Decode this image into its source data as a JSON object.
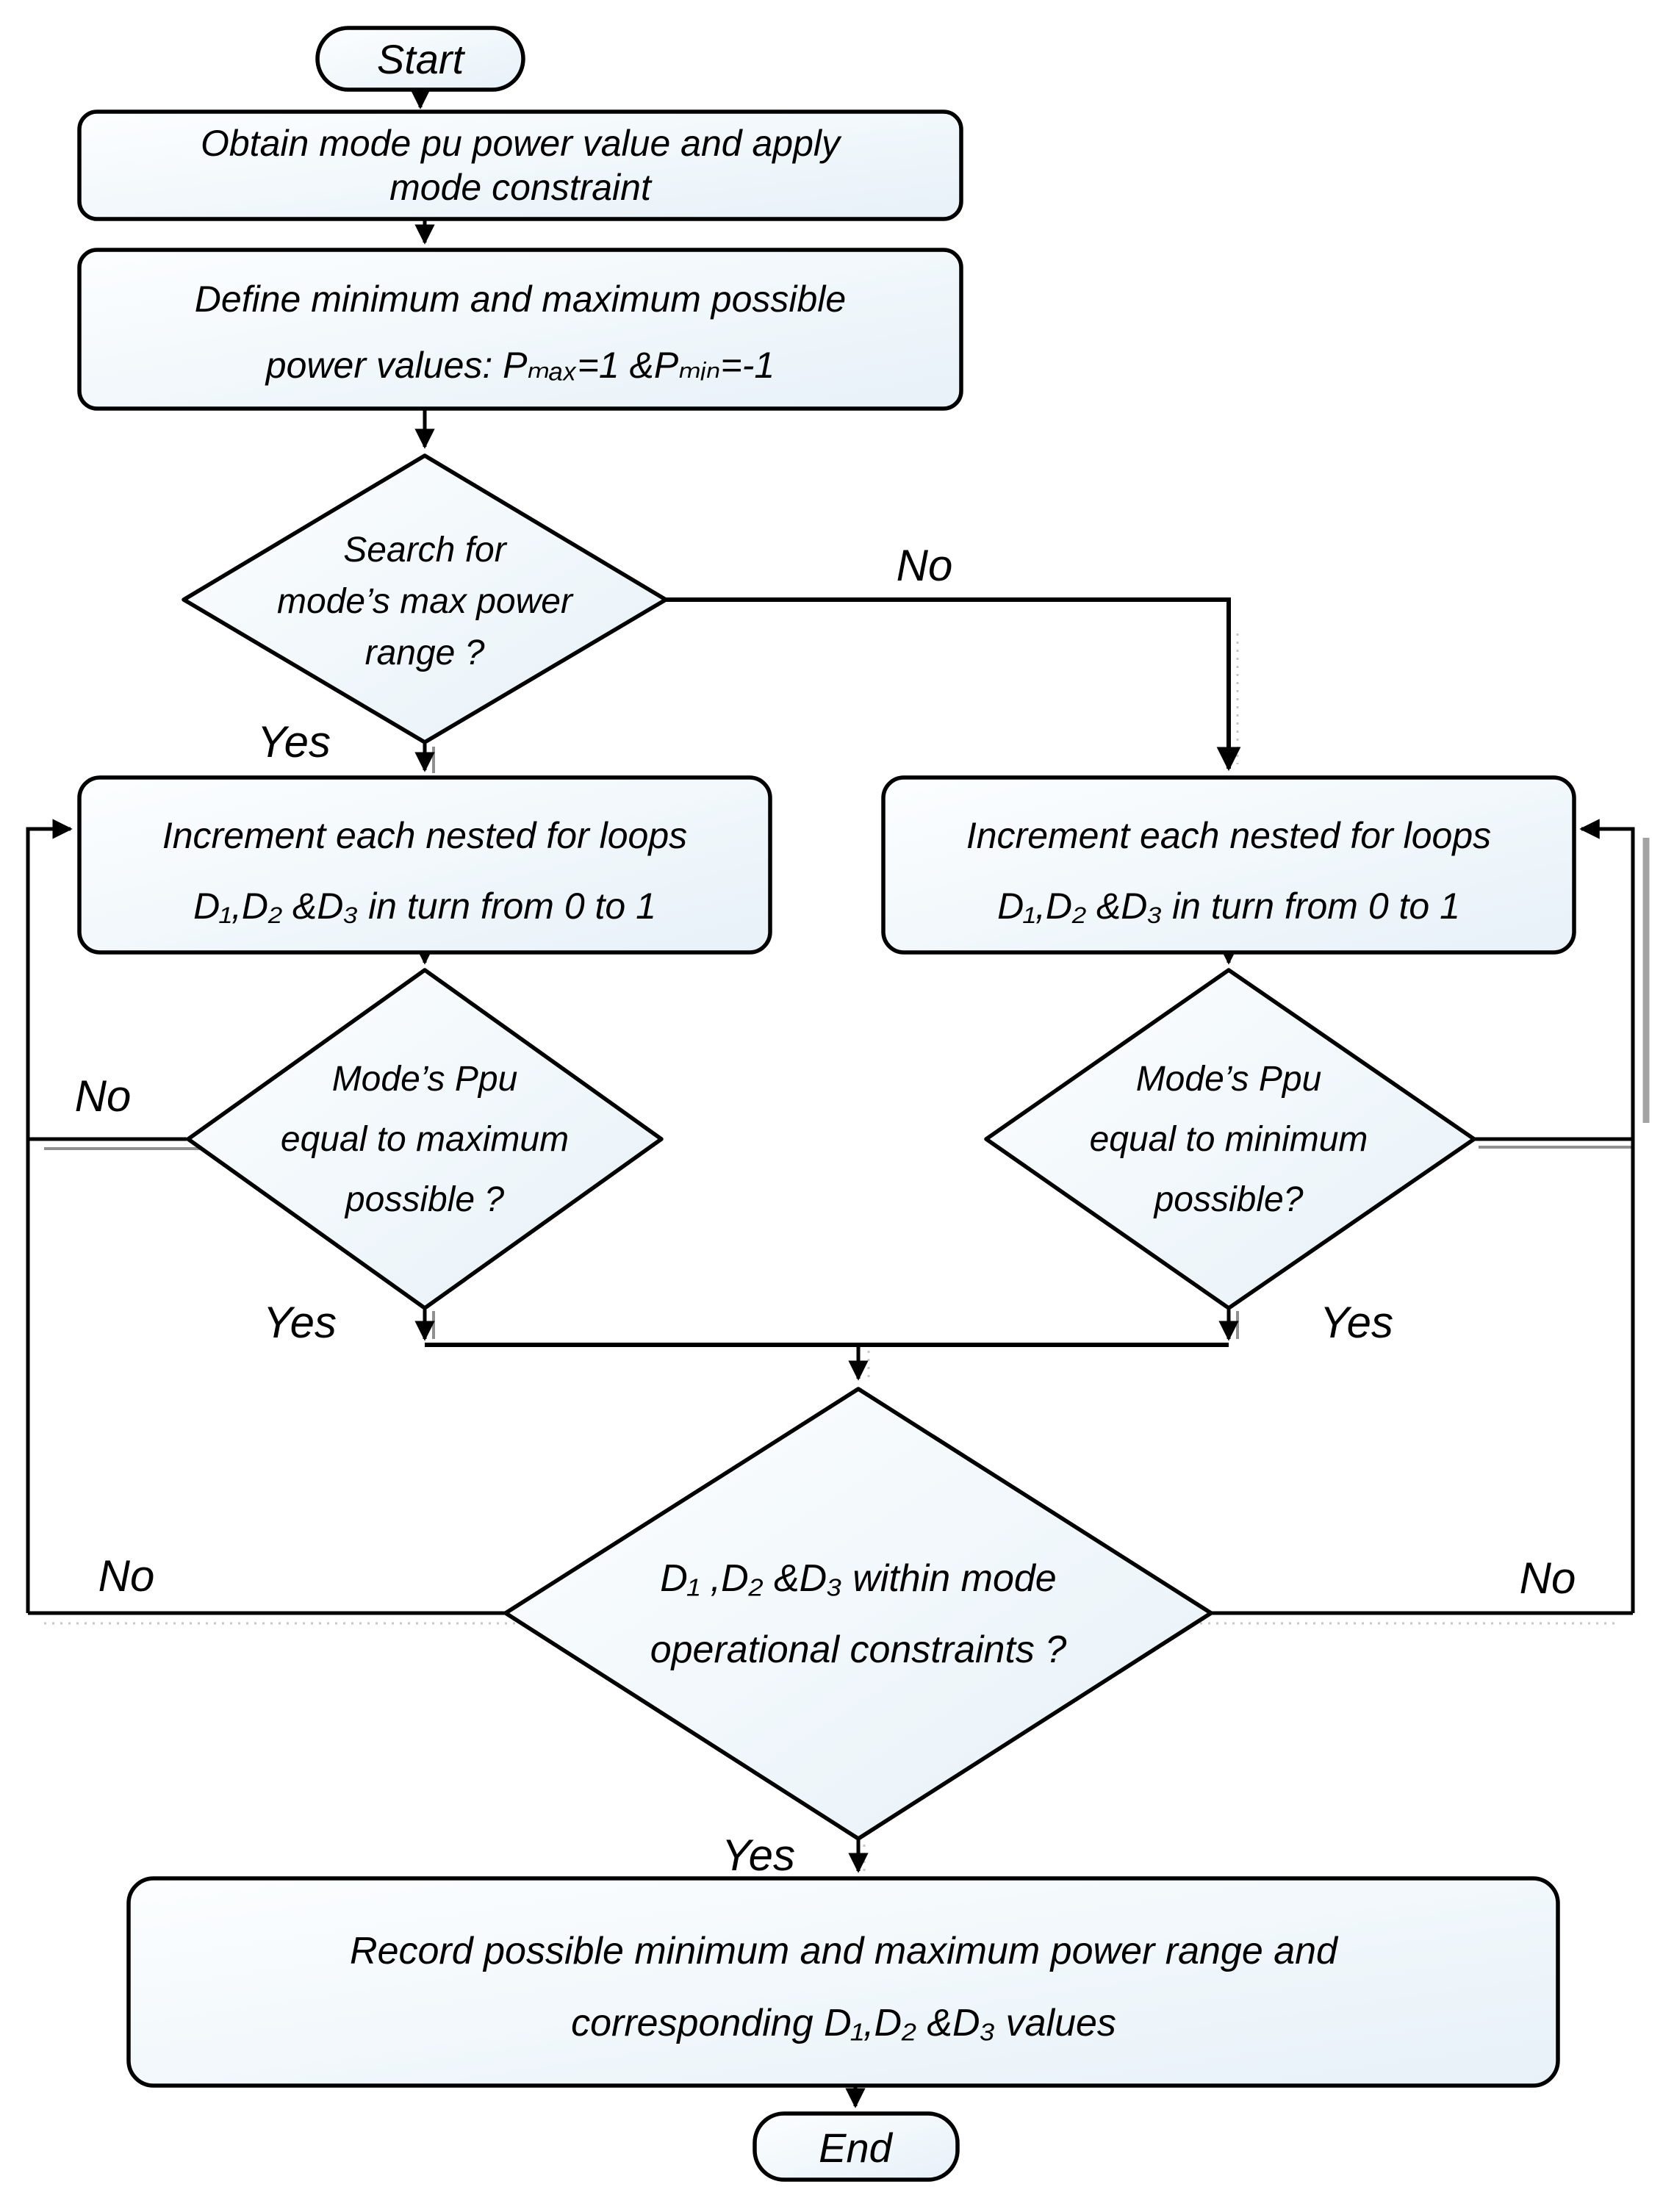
{
  "canvas": {
    "background": "#ffffff",
    "node_border_color": "#000000",
    "node_fill_light": "#fcfeff",
    "node_fill_blue": "#e7f1f8",
    "line_color": "#000000",
    "shadow_color": "#909090"
  },
  "nodes": {
    "start": {
      "label": "Start"
    },
    "obtain": {
      "lines": [
        "Obtain  mode pu power value and apply",
        "mode constraint"
      ]
    },
    "define": {
      "lines": [
        "Define minimum and maximum possible",
        "power values: Pₘₐₓ=1 &Pₘᵢₙ=-1"
      ]
    },
    "search": {
      "lines": [
        "Search for",
        "mode’s max power",
        "range ?"
      ]
    },
    "increment_left": {
      "lines": [
        "Increment each nested for loops",
        "D₁,D₂ &D₃ in turn from 0 to 1"
      ]
    },
    "increment_right": {
      "lines": [
        "Increment each nested for loops",
        "D₁,D₂ &D₃ in turn from 0 to 1"
      ]
    },
    "max_check": {
      "lines": [
        "Mode’s Ppu",
        "equal to maximum",
        "possible ?"
      ]
    },
    "min_check": {
      "lines": [
        "Mode’s Ppu",
        "equal to minimum",
        "possible?"
      ]
    },
    "constraints": {
      "lines": [
        "D₁ ,D₂ &D₃ within mode",
        "operational constraints ?"
      ]
    },
    "record": {
      "lines": [
        "Record possible minimum and maximum power range  and",
        "corresponding D₁,D₂ &D₃  values"
      ]
    },
    "end": {
      "label": "End"
    }
  },
  "labels": {
    "search_yes": "Yes",
    "search_no": "No",
    "max_no": "No",
    "max_yes": "Yes",
    "min_yes": "Yes",
    "constraints_no_left": "No",
    "constraints_no_right": "No",
    "constraints_yes": "Yes"
  }
}
